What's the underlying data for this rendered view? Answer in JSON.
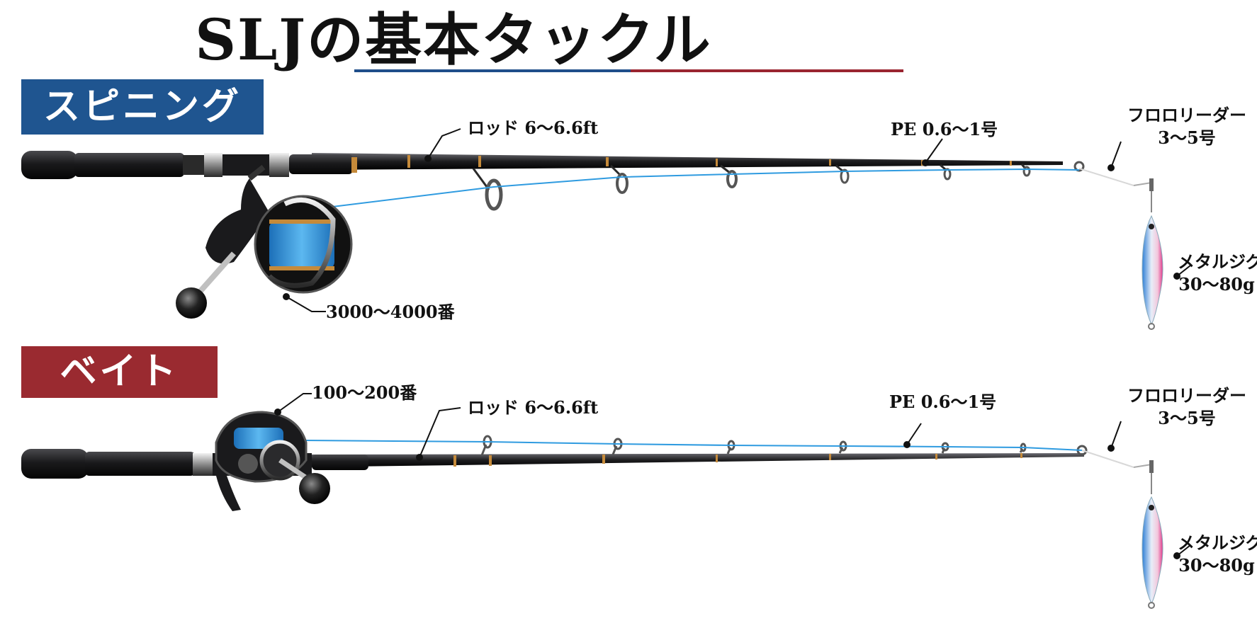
{
  "title": "SLJの基本タックル",
  "spinning": {
    "badge": "スピニング",
    "rod": "ロッド 6～6.6ft",
    "line": "PE 0.6～1号",
    "leader_name": "フロロリーダー",
    "leader_size": "3～5号",
    "reel": "3000～4000番",
    "jig_name": "メタルジグ",
    "jig_weight": "30～80g"
  },
  "bait": {
    "badge": "ベイト",
    "reel": "100～200番",
    "rod": "ロッド 6～6.6ft",
    "line": "PE 0.6～1号",
    "leader_name": "フロロリーダー",
    "leader_size": "3～5号",
    "jig_name": "メタルジグ",
    "jig_weight": "30～80g"
  },
  "colors": {
    "spinning_badge": "#1f5590",
    "bait_badge": "#9a2a30",
    "line": "#2f9be0",
    "rod": "#1c1c1e",
    "jig_blue": "#2f7fd6",
    "jig_pink": "#e0388a"
  }
}
